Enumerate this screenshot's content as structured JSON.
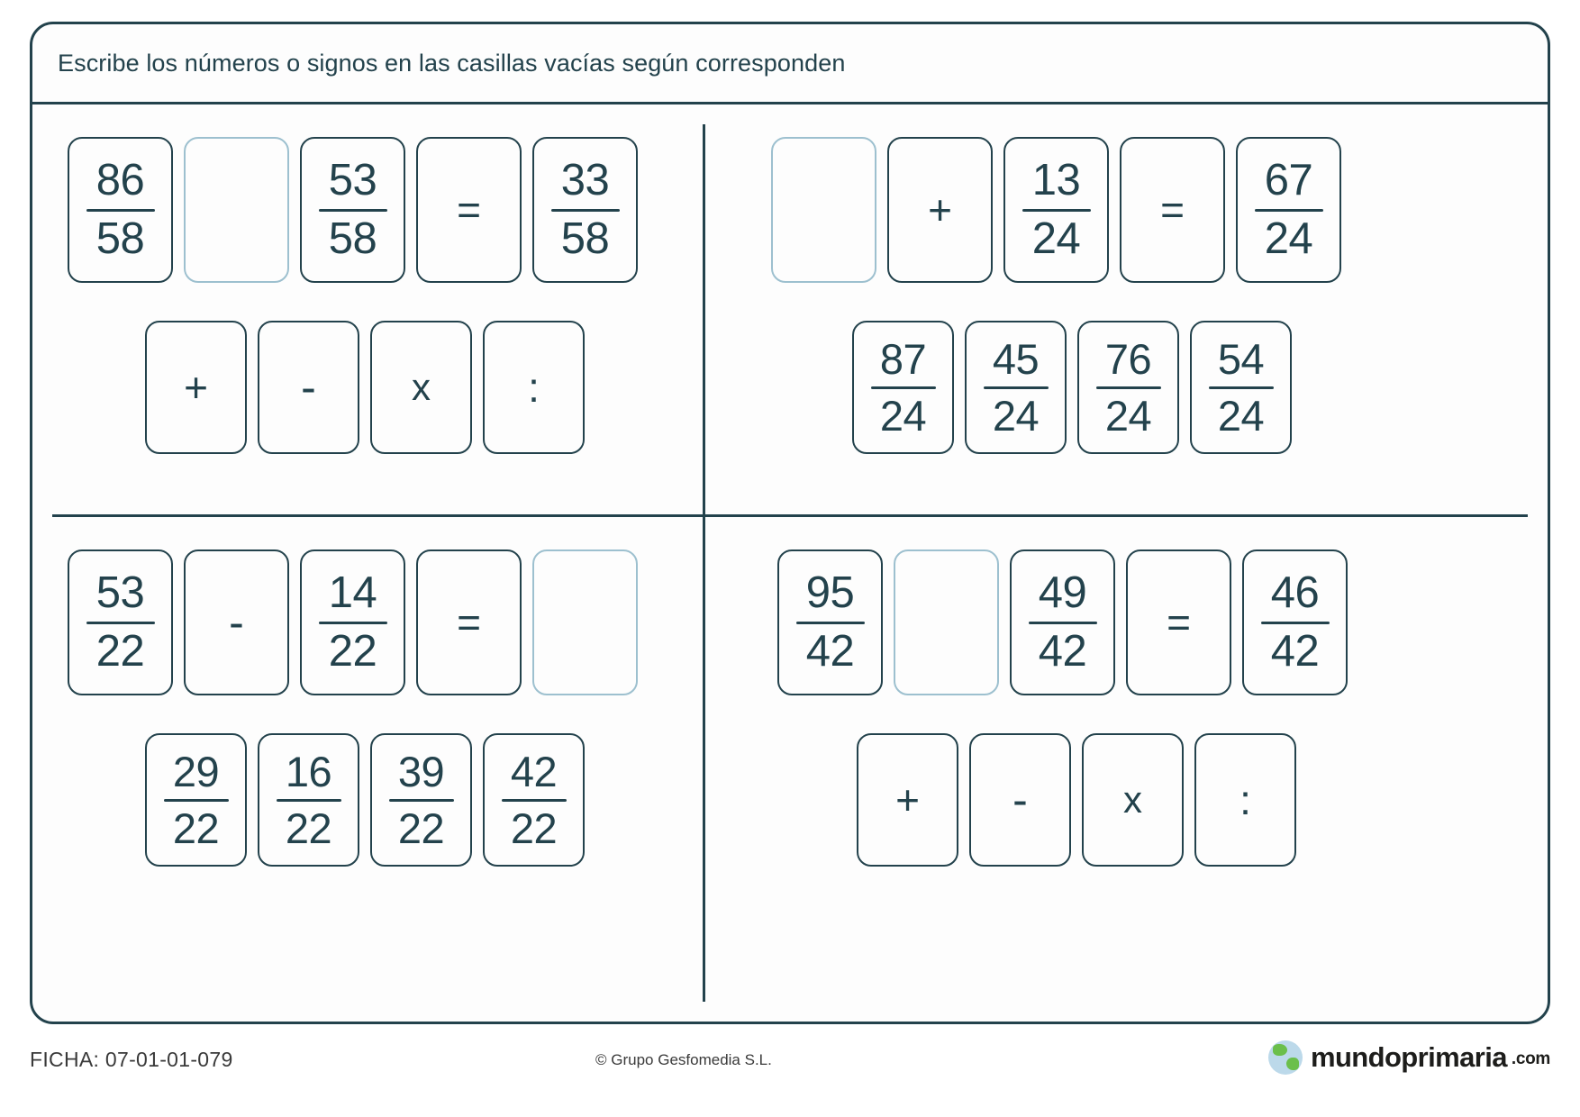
{
  "header": {
    "instruction": "Escribe los números o signos en las casillas vacías según corresponden"
  },
  "colors": {
    "ink": "#23424c",
    "empty_border": "#9dc0cf",
    "page": "#fdfdfd"
  },
  "exercises": [
    {
      "id": "exercise-1",
      "position": "top-left",
      "equation": [
        {
          "type": "fraction",
          "numerator": "86",
          "denominator": "58",
          "empty": false
        },
        {
          "type": "blank",
          "empty": true
        },
        {
          "type": "fraction",
          "numerator": "53",
          "denominator": "58",
          "empty": false
        },
        {
          "type": "operator",
          "symbol": "=",
          "empty": false
        },
        {
          "type": "fraction",
          "numerator": "33",
          "denominator": "58",
          "empty": false
        }
      ],
      "options_kind": "operators",
      "options": [
        {
          "type": "operator",
          "symbol": "+"
        },
        {
          "type": "operator",
          "symbol": "-"
        },
        {
          "type": "operator",
          "symbol": "x"
        },
        {
          "type": "operator",
          "symbol": ":"
        }
      ]
    },
    {
      "id": "exercise-2",
      "position": "top-right",
      "equation": [
        {
          "type": "blank",
          "empty": true
        },
        {
          "type": "operator",
          "symbol": "+",
          "empty": false
        },
        {
          "type": "fraction",
          "numerator": "13",
          "denominator": "24",
          "empty": false
        },
        {
          "type": "operator",
          "symbol": "=",
          "empty": false
        },
        {
          "type": "fraction",
          "numerator": "67",
          "denominator": "24",
          "empty": false
        }
      ],
      "options_kind": "fractions",
      "options": [
        {
          "type": "fraction",
          "numerator": "87",
          "denominator": "24"
        },
        {
          "type": "fraction",
          "numerator": "45",
          "denominator": "24"
        },
        {
          "type": "fraction",
          "numerator": "76",
          "denominator": "24"
        },
        {
          "type": "fraction",
          "numerator": "54",
          "denominator": "24"
        }
      ]
    },
    {
      "id": "exercise-3",
      "position": "bottom-left",
      "equation": [
        {
          "type": "fraction",
          "numerator": "53",
          "denominator": "22",
          "empty": false
        },
        {
          "type": "operator",
          "symbol": "-",
          "empty": false
        },
        {
          "type": "fraction",
          "numerator": "14",
          "denominator": "22",
          "empty": false
        },
        {
          "type": "operator",
          "symbol": "=",
          "empty": false
        },
        {
          "type": "blank",
          "empty": true
        }
      ],
      "options_kind": "fractions",
      "options": [
        {
          "type": "fraction",
          "numerator": "29",
          "denominator": "22"
        },
        {
          "type": "fraction",
          "numerator": "16",
          "denominator": "22"
        },
        {
          "type": "fraction",
          "numerator": "39",
          "denominator": "22"
        },
        {
          "type": "fraction",
          "numerator": "42",
          "denominator": "22"
        }
      ]
    },
    {
      "id": "exercise-4",
      "position": "bottom-right",
      "equation": [
        {
          "type": "fraction",
          "numerator": "95",
          "denominator": "42",
          "empty": false
        },
        {
          "type": "blank",
          "empty": true
        },
        {
          "type": "fraction",
          "numerator": "49",
          "denominator": "42",
          "empty": false
        },
        {
          "type": "operator",
          "symbol": "=",
          "empty": false
        },
        {
          "type": "fraction",
          "numerator": "46",
          "denominator": "42",
          "empty": false
        }
      ],
      "options_kind": "operators",
      "options": [
        {
          "type": "operator",
          "symbol": "+"
        },
        {
          "type": "operator",
          "symbol": "-"
        },
        {
          "type": "operator",
          "symbol": "x"
        },
        {
          "type": "operator",
          "symbol": ":"
        }
      ]
    }
  ],
  "footer": {
    "ficha": "FICHA: 07-01-01-079",
    "copyright": "© Grupo Gesfomedia S.L.",
    "brand_name": "mundoprimaria",
    "brand_tld": ".com",
    "logo_icon": "globe-icon"
  }
}
